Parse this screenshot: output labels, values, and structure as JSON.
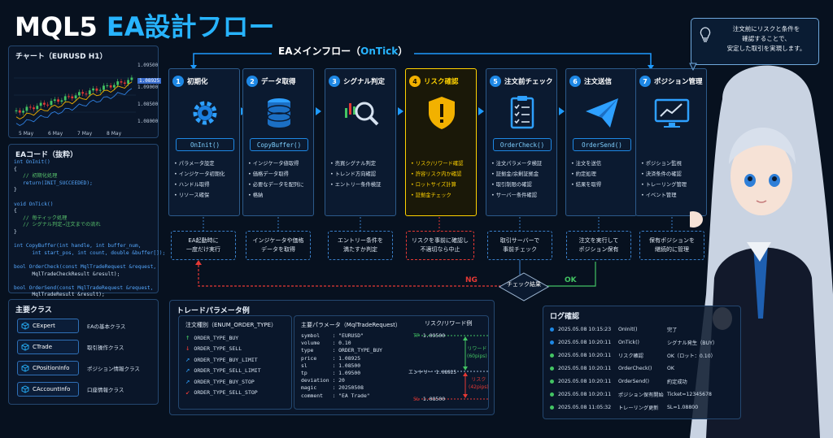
{
  "header": {
    "title_prefix": "MQL5",
    "title_accent": "EA設計フロー"
  },
  "chart_panel": {
    "title": "チャート（EURUSD H1）",
    "y_ticks": [
      "1.09500",
      "1.09000",
      "1.08500",
      "1.08000"
    ],
    "price_tag": "1.08925",
    "x_ticks": [
      "5 May",
      "6 May",
      "7 May",
      "8 May"
    ]
  },
  "code_panel": {
    "title": "EAコード（抜粋）",
    "lines": [
      "int OnInit()",
      "{",
      "   // 初期化処理",
      "   return(INIT_SUCCEEDED);",
      "}",
      "",
      "void OnTick()",
      "{",
      "   // 毎ティック処理",
      "   // シグナル判定→注文までの流れ",
      "}",
      "",
      "int CopyBuffer(int handle, int buffer_num,",
      "      int start_pos, int count, double &buffer[]);",
      "",
      "bool OrderCheck(const MqlTradeRequest &request,",
      "      MqlTradeCheckResult &result);",
      "",
      "bool OrderSend(const MqlTradeRequest &request,",
      "      MqlTradeResult &result);"
    ]
  },
  "classes_panel": {
    "title": "主要クラス",
    "items": [
      {
        "name": "CExpert",
        "desc": "EAの基本クラス"
      },
      {
        "name": "CTrade",
        "desc": "取引操作クラス"
      },
      {
        "name": "CPositionInfo",
        "desc": "ポジション情報クラス"
      },
      {
        "name": "CAccountInfo",
        "desc": "口座情報クラス"
      }
    ]
  },
  "flow": {
    "banner_prefix": "EAメインフロー（",
    "banner_accent": "OnTick",
    "banner_suffix": "）",
    "steps": [
      {
        "num": "1",
        "title": "初期化",
        "fn": "OnInit()",
        "bullets": [
          "パラメータ設定",
          "インジケータ初期化",
          "ハンドル取得",
          "リソース確保"
        ],
        "note": "EA起動時に\n一度だけ実行"
      },
      {
        "num": "2",
        "title": "データ取得",
        "fn": "CopyBuffer()",
        "bullets": [
          "インジケータ値取得",
          "価格データ取得",
          "必要なデータを配列に",
          "格納"
        ],
        "note": "インジケータや価格\nデータを取得"
      },
      {
        "num": "3",
        "title": "シグナル判定",
        "fn": "",
        "bullets": [
          "売買シグナル判定",
          "トレンド方向確認",
          "エントリー条件検証"
        ],
        "note": "エントリー条件を\n満たすか判定"
      },
      {
        "num": "4",
        "title": "リスク確認",
        "fn": "",
        "bullets": [
          "リスク/リワード確認",
          "許容リスク内か確認",
          "ロットサイズ計算",
          "証拠金チェック"
        ],
        "note": "リスクを事前に確認し\n不適切なら中止"
      },
      {
        "num": "5",
        "title": "注文前チェック",
        "fn": "OrderCheck()",
        "bullets": [
          "注文パラメータ検証",
          "証拠金/余剰証拠金",
          "取引制限の確認",
          "サーバー条件確認"
        ],
        "note": "取引サーバーで\n事前チェック"
      },
      {
        "num": "6",
        "title": "注文送信",
        "fn": "OrderSend()",
        "bullets": [
          "注文を送信",
          "約定処理",
          "結果を取得"
        ],
        "note": "注文を実行して\nポジション保有"
      },
      {
        "num": "7",
        "title": "ポジション管理",
        "fn": "",
        "bullets": [
          "ポジション監視",
          "決済条件の確認",
          "トレーリング管理",
          "イベント管理"
        ],
        "note": "保有ポジションを\n継続的に管理"
      }
    ],
    "check_label": "チェック結果",
    "ng_label": "NG",
    "ok_label": "OK"
  },
  "callout": {
    "text": "注文前にリスクと条件を\n確認することで、\n安定した取引を実現します。"
  },
  "params_panel": {
    "title": "トレードパラメータ例",
    "enum_title": "注文種別（ENUM_ORDER_TYPE）",
    "enums": [
      {
        "name": "ORDER_TYPE_BUY",
        "dir": "up"
      },
      {
        "name": "ORDER_TYPE_SELL",
        "dir": "down"
      },
      {
        "name": "ORDER_TYPE_BUY_LIMIT",
        "dir": "upright"
      },
      {
        "name": "ORDER_TYPE_SELL_LIMIT",
        "dir": "upright"
      },
      {
        "name": "ORDER_TYPE_BUY_STOP",
        "dir": "upright"
      },
      {
        "name": "ORDER_TYPE_SELL_STOP",
        "dir": "downleft"
      }
    ],
    "req_title": "主要パラメータ（MqlTradeRequest）",
    "kv": [
      [
        "symbol",
        ": \"EURUSD\""
      ],
      [
        "volume",
        ": 0.10"
      ],
      [
        "type",
        ": ORDER_TYPE_BUY"
      ],
      [
        "price",
        ": 1.08925"
      ],
      [
        "sl",
        ": 1.08500"
      ],
      [
        "tp",
        ": 1.09500"
      ],
      [
        "deviation",
        ": 20"
      ],
      [
        "magic",
        ": 20250508"
      ],
      [
        "comment",
        ": \"EA Trade\""
      ]
    ],
    "rr_title": "リスク/リワード例",
    "tp_label": "TP",
    "tp_value": "1.09500",
    "entry_label": "エントリー",
    "entry_value": "1.08925",
    "sl_label": "SL",
    "sl_value": "1.08500",
    "reward_label": "リワード",
    "reward_pips": "(60pips)",
    "risk_label": "リスク",
    "risk_pips": "(42pips)"
  },
  "log_panel": {
    "title": "ログ確認",
    "rows": [
      {
        "ts": "2025.05.08 10:15:23",
        "ev": "OnInit()",
        "msg": "完了",
        "color": "#1e88e5"
      },
      {
        "ts": "2025.05.08 10:20:11",
        "ev": "OnTick()",
        "msg": "シグナル発生（BUY）",
        "color": "#1e88e5"
      },
      {
        "ts": "2025.05.08 10:20:11",
        "ev": "リスク確認",
        "msg": "OK（ロット：0.10）",
        "color": "#43c463"
      },
      {
        "ts": "2025.05.08 10:20:11",
        "ev": "OrderCheck()",
        "msg": "OK",
        "color": "#43c463"
      },
      {
        "ts": "2025.05.08 10:20:11",
        "ev": "OrderSend()",
        "msg": "約定成功",
        "color": "#43c463"
      },
      {
        "ts": "2025.05.08 10:20:11",
        "ev": "ポジション保有開始",
        "msg": "Ticket=12345678",
        "color": "#43c463"
      },
      {
        "ts": "2025.05.08 11:05:32",
        "ev": "トレーリング更新",
        "msg": "SL=1.08800",
        "color": "#43c463"
      }
    ]
  },
  "colors": {
    "accent": "#27b4ff",
    "highlight": "#ffd200",
    "ng": "#e53935",
    "ok": "#43c463"
  }
}
